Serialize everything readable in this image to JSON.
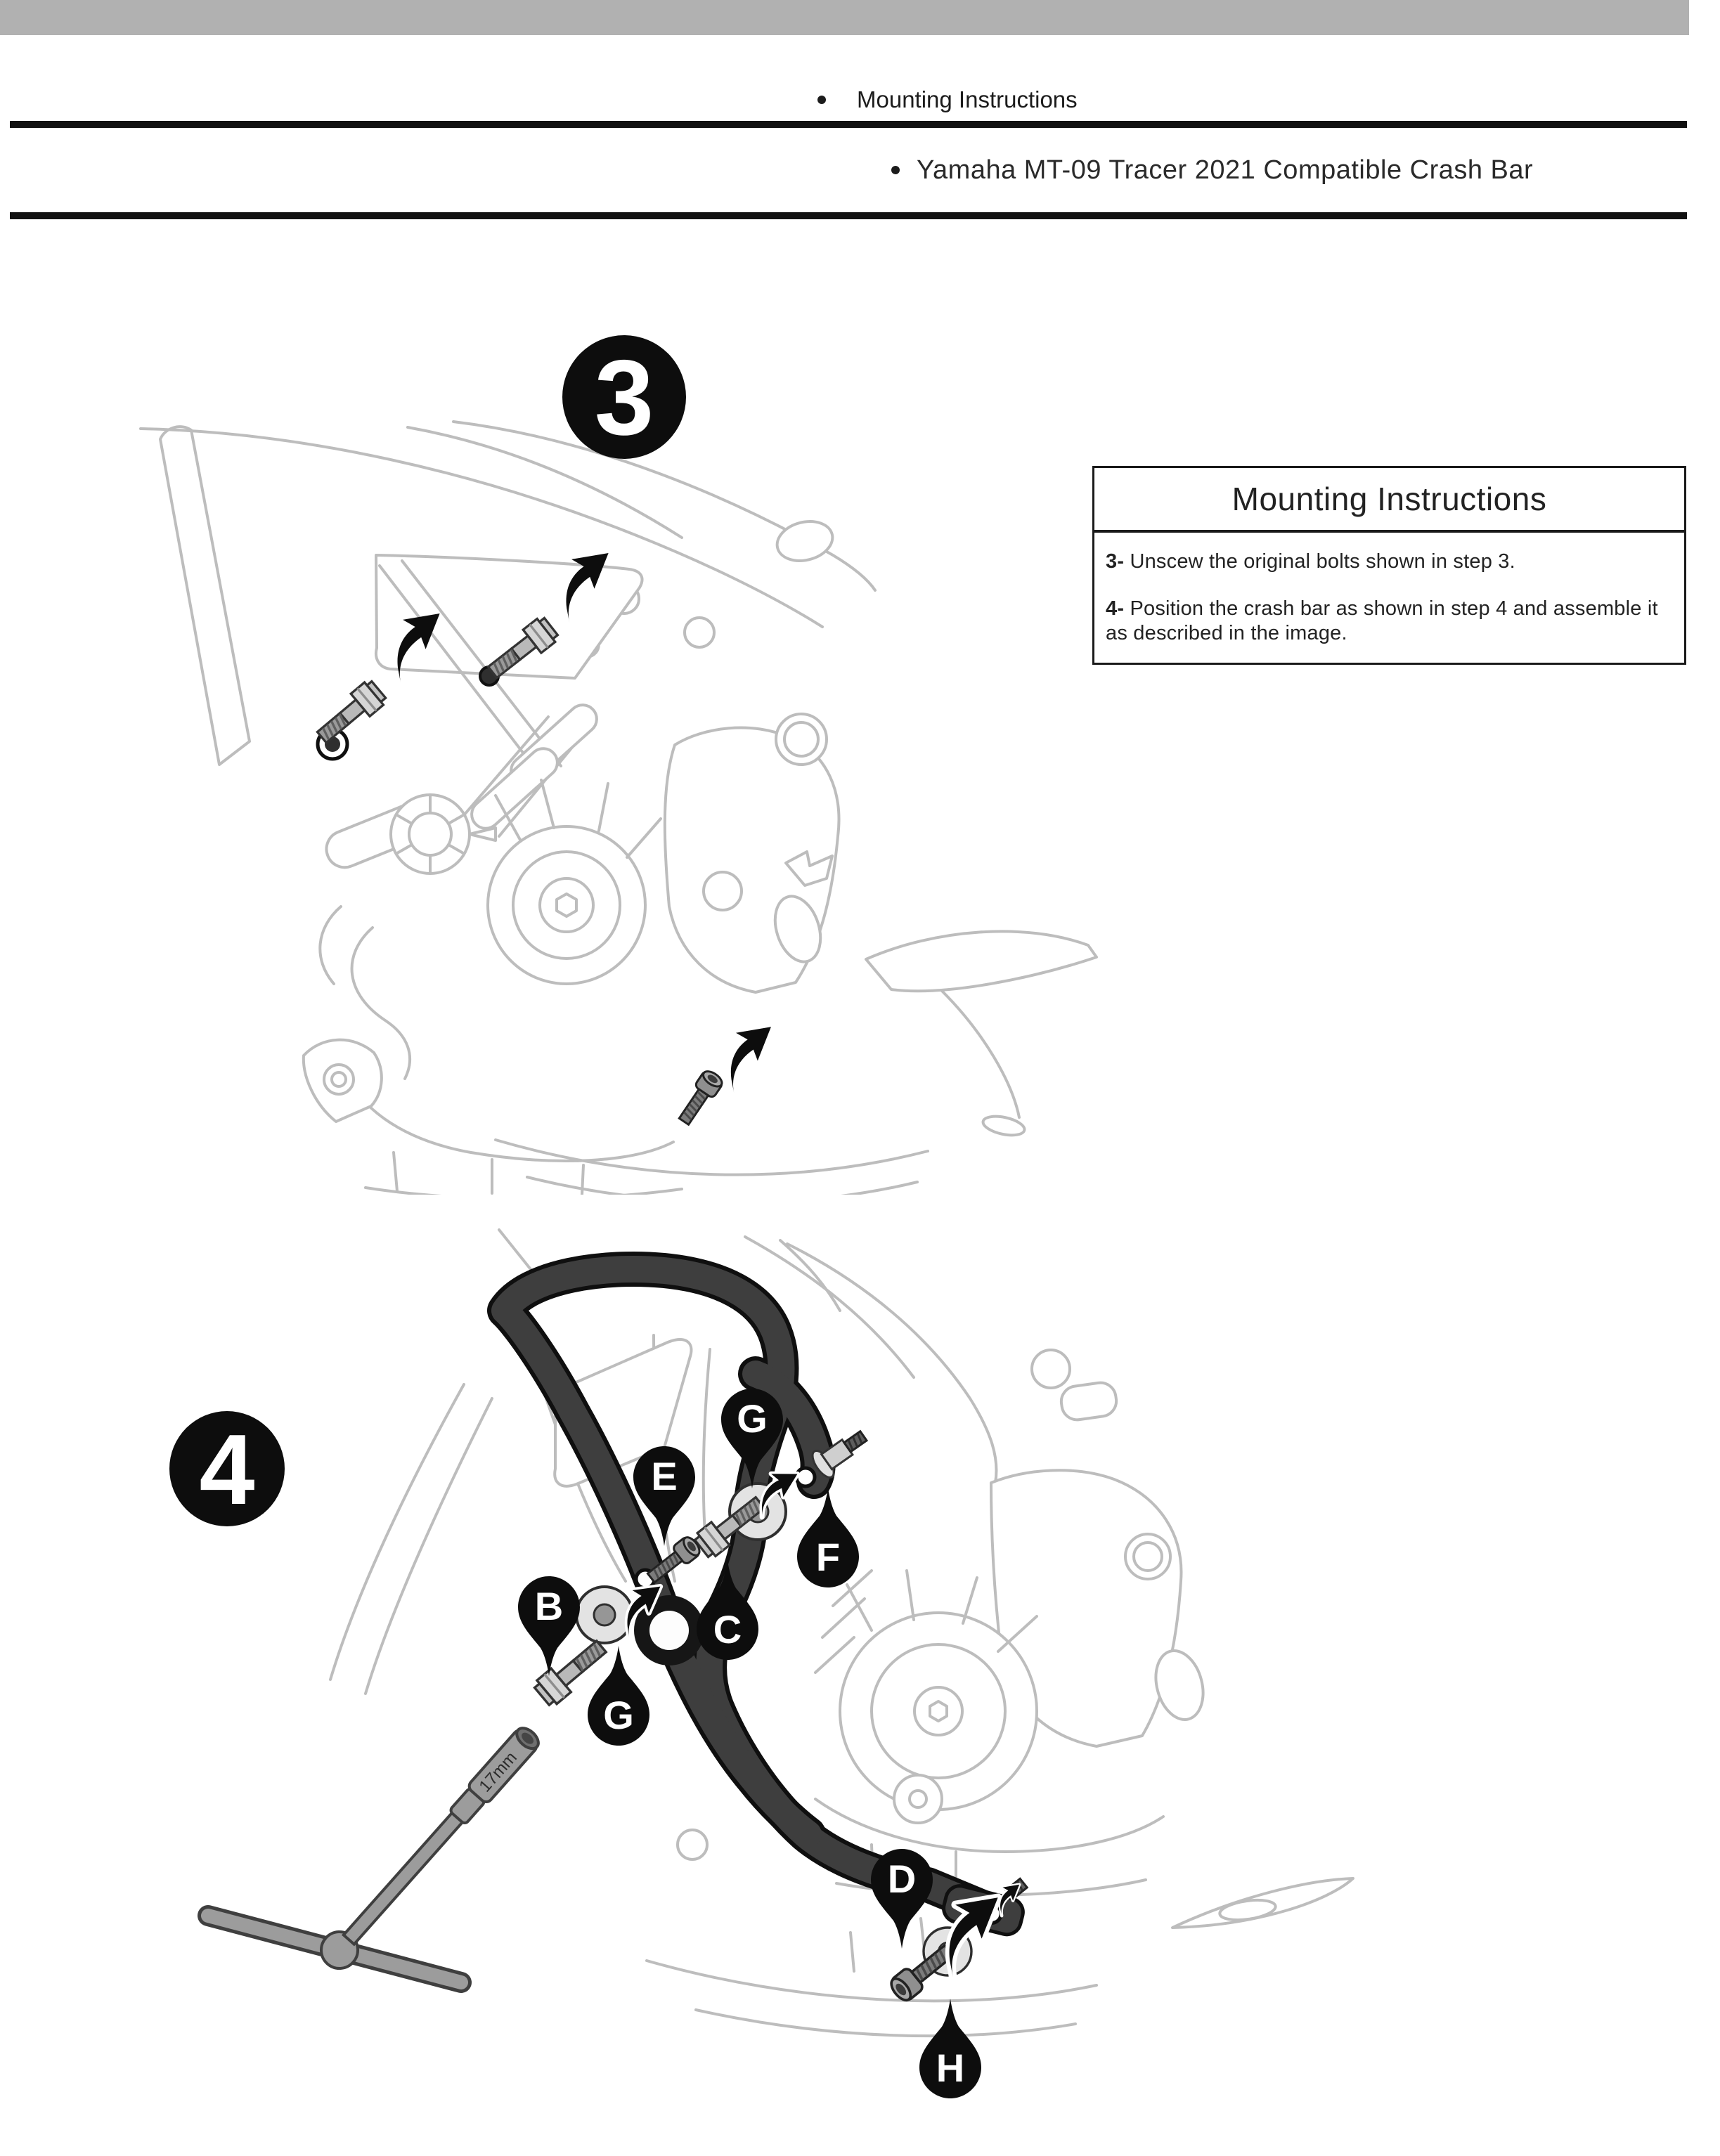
{
  "header": {
    "bullet": "•",
    "line1": "Mounting Instructions",
    "line2": "Yamaha MT-09 Tracer 2021 Compatible Crash Bar"
  },
  "instruction_box": {
    "title": "Mounting Instructions",
    "steps": [
      {
        "num": "3-",
        "text": "Unscew the original bolts shown in step 3."
      },
      {
        "num": "4-",
        "text": "Position the crash bar as shown in step 4 and assemble it as described in the image."
      }
    ]
  },
  "step3": {
    "badge": "3"
  },
  "step4": {
    "badge": "4",
    "socket_label": "17mm",
    "markers": [
      {
        "label": "G"
      },
      {
        "label": "E"
      },
      {
        "label": "F"
      },
      {
        "label": "C"
      },
      {
        "label": "B"
      },
      {
        "label": "G"
      },
      {
        "label": "D"
      },
      {
        "label": "H"
      }
    ]
  },
  "colors": {
    "topbar": "#b1b1b1",
    "ink": "#111111",
    "art": "#bdbdbd",
    "tube": "#3e3e3e",
    "metal-light": "#d6d6d6",
    "metal-mid": "#9c9c9c",
    "text": "#1f1f1f"
  }
}
